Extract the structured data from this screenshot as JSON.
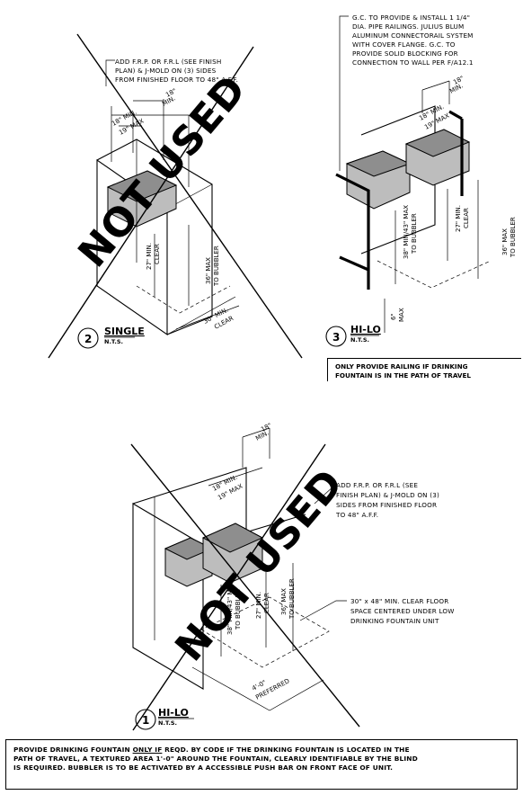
{
  "detail2": {
    "note": [
      "ADD F.R.P. OR F.R.L (SEE FINISH",
      "PLAN) & J-MOLD ON (3) SIDES",
      "FROM FINISHED FLOOR TO 48\" A.F.F."
    ],
    "dims": {
      "d18min_top": "18\"",
      "min_top": "MIN.",
      "d18min": "18\" MIN.",
      "d19max": "19\" MAX",
      "clear27": "27\" MIN.",
      "clear27b": "CLEAR",
      "max36": "36\" MAX",
      "bubbler": "TO BUBBLER",
      "clear30": "30\" MIN.",
      "clear30b": "CLEAR"
    },
    "number": "2",
    "title": "SINGLE",
    "scale": "N.T.S.",
    "stamp": "NOT USED"
  },
  "detail3": {
    "note": [
      "G.C. TO PROVIDE & INSTALL 1 1/4\"",
      "DIA. PIPE RAILINGS. JULIUS BLUM",
      "ALUMINUM CONNECTORAIL SYSTEM",
      "WITH COVER FLANGE. G.C. TO",
      "PROVIDE SOLID BLOCKING FOR",
      "CONNECTION TO WALL PER F/A12.1"
    ],
    "dims": {
      "d18top": "18\"",
      "mintop": "MIN.",
      "d18": "18\" MIN.",
      "d19": "19\" MAX",
      "max38": "38\" MIN/43\" MAX",
      "bubbler38": "TO BUBBLER",
      "min27": "27\" MIN.",
      "clear": "CLEAR",
      "max36": "36\" MAX",
      "bubbler36": "TO BUBBLER",
      "max6": "6\"",
      "max6b": "MAX"
    },
    "number": "3",
    "title": "HI-LO",
    "scale": "N.T.S.",
    "railing_note": [
      "ONLY PROVIDE RAILING IF DRINKING",
      "FOUNTAIN IS IN THE PATH OF TRAVEL"
    ]
  },
  "detail1": {
    "note": [
      "ADD F.R.P. OR F.R.L (SEE",
      "FINISH PLAN) & J-MOLD ON (3)",
      "SIDES FROM FINISHED FLOOR",
      "TO 48\" A.F.F."
    ],
    "note2": [
      "30\" x 48\" MIN. CLEAR FLOOR",
      "SPACE CENTERED UNDER LOW",
      "DRINKING FOUNTAIN UNIT"
    ],
    "dims": {
      "d18top": "18\"",
      "mintop": "MIN.",
      "d18": "18\" MIN.",
      "d19": "19\" MAX",
      "max38": "38\" MIN/43\" MAX",
      "bubbler38": "TO BUBBLER",
      "min27": "27\" MIN.",
      "clear": "CLEAR",
      "max36": "36\" MAX",
      "bubbler36": "TO BUBBLER",
      "d40": "4'-0\"",
      "preferred": "PREFERRED"
    },
    "number": "1",
    "title": "HI-LO",
    "scale": "N.T.S.",
    "stamp": "NOT USED"
  },
  "bottom_note": {
    "line1_pre": "PROVIDE DRINKING FOUNTAIN ",
    "line1_u": "ONLY IF",
    "line1_post": " REQD. BY CODE IF THE DRINKING FOUNTAIN IS LOCATED IN THE",
    "line2": "PATH OF TRAVEL, A TEXTURED AREA 1'-0\" AROUND THE FOUNTAIN, CLEARLY IDENTIFIABLE BY THE BLIND",
    "line3": "IS REQUIRED.  BUBBLER IS TO BE ACTIVATED BY A ACCESSIBLE PUSH BAR ON FRONT FACE OF UNIT."
  }
}
